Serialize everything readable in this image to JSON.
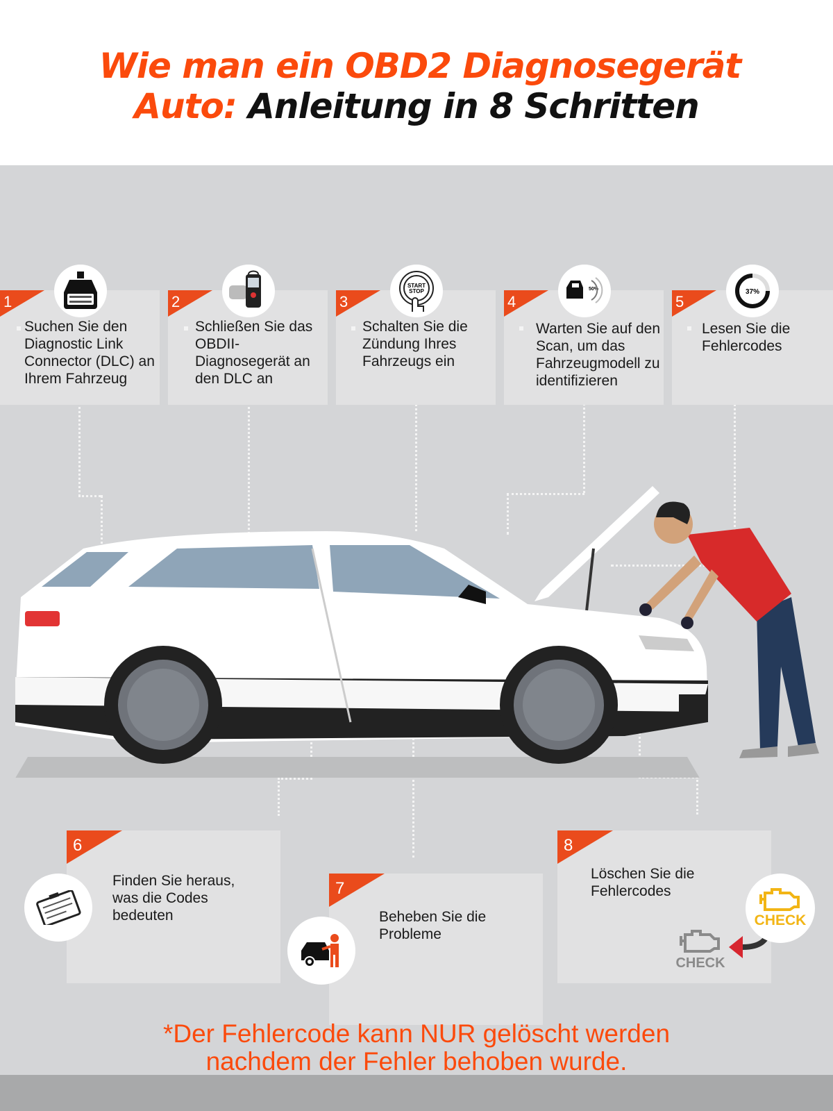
{
  "title": {
    "line1": "Wie man ein OBD2 Diagnosegerät",
    "line2_accent": "Auto:",
    "line2_rest": " Anleitung in 8 Schritten"
  },
  "steps": [
    {
      "number": "1",
      "text": "Suchen Sie den Diagnostic Link Connector (DLC) an Ihrem Fahrzeug",
      "icon": "obd-connector-icon"
    },
    {
      "number": "2",
      "text": "Schließen Sie das OBDII-Diagnosegerät an den DLC an",
      "icon": "scanner-icon"
    },
    {
      "number": "3",
      "text": "Schalten Sie die Zündung Ihres Fahrzeugs ein",
      "icon": "start-stop-button-icon",
      "icon_label": "START STOP"
    },
    {
      "number": "4",
      "text": "Warten Sie auf den Scan, um das Fahrzeugmodell zu identifizieren",
      "icon": "car-scan-icon",
      "icon_label": "50%"
    },
    {
      "number": "5",
      "text": "Lesen Sie die Fehlercodes",
      "icon": "progress-icon",
      "icon_label": "37%"
    },
    {
      "number": "6",
      "text": "Finden Sie heraus, was die Codes bedeuten",
      "icon": "clipboard-icon"
    },
    {
      "number": "7",
      "text": "Beheben Sie die Probleme",
      "icon": "mechanic-icon"
    },
    {
      "number": "8",
      "text": "Löschen Sie die Fehlercodes",
      "icon": "check-engine-icon",
      "icon_label": "CHECK"
    }
  ],
  "footnote": {
    "line1": "*Der Fehlercode kann NUR gelöscht werden",
    "line2": "nachdem der Fehler behoben wurde."
  },
  "colors": {
    "accent": "#fb4a0c",
    "background": "#d4d5d7",
    "card": "#e1e1e2"
  }
}
